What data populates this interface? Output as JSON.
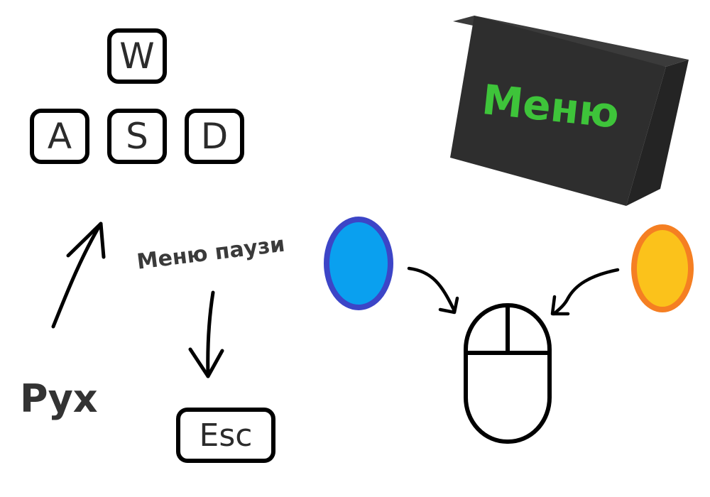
{
  "keys": {
    "w": "W",
    "a": "A",
    "s": "S",
    "d": "D",
    "esc": "Esc"
  },
  "labels": {
    "movement": "Рух",
    "pause_menu": "Меню паузи",
    "menu_button": "Меню"
  },
  "icons": {
    "mouse": "mouse-icon",
    "left_click": "blue-oval-icon",
    "right_click": "orange-oval-icon"
  },
  "colors": {
    "menu_block_front": "#2e2e2e",
    "menu_text": "#3ec43a",
    "left_oval_fill": "#0aa0ef",
    "left_oval_stroke": "#3c45c7",
    "right_oval_fill": "#fbc21b",
    "right_oval_stroke": "#f57f22",
    "key_border": "#000000"
  }
}
